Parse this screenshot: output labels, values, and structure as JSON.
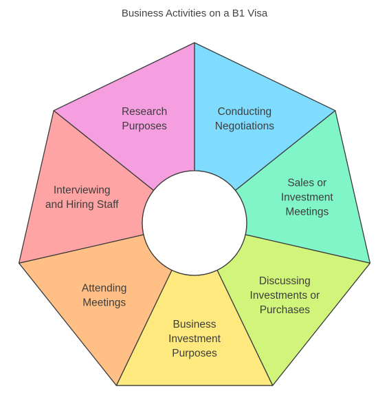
{
  "title": "Business Activities on a B1 Visa",
  "segments": [
    {
      "id": "conducting-negotiations",
      "lines": [
        "Conducting",
        "Negotiations"
      ],
      "color": "#80dcff"
    },
    {
      "id": "sales-or-investment-meetings",
      "lines": [
        "Sales or",
        "Investment",
        "Meetings"
      ],
      "color": "#7ff5c8"
    },
    {
      "id": "discussing-investments-or-purchases",
      "lines": [
        "Discussing",
        "Investments or",
        "Purchases"
      ],
      "color": "#d1f57a"
    },
    {
      "id": "business-investment-purposes",
      "lines": [
        "Business",
        "Investment",
        "Purposes"
      ],
      "color": "#fde97d"
    },
    {
      "id": "attending-meetings",
      "lines": [
        "Attending",
        "Meetings"
      ],
      "color": "#ffbf85"
    },
    {
      "id": "interviewing-and-hiring-staff",
      "lines": [
        "Interviewing",
        "and Hiring Staff"
      ],
      "color": "#ffa4a4"
    },
    {
      "id": "research-purposes",
      "lines": [
        "Research",
        "Purposes"
      ],
      "color": "#f59fe0"
    }
  ]
}
